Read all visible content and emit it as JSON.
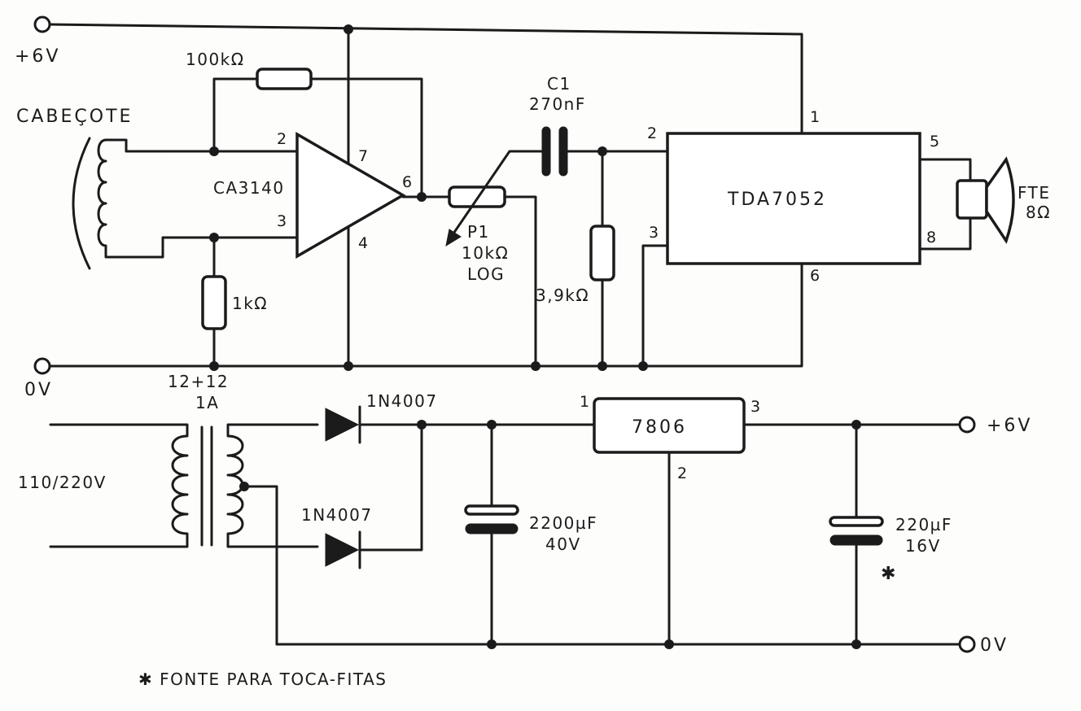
{
  "rails": {
    "top_supply": "+6V",
    "top_ground": "0V",
    "psu_output": "+6V",
    "psu_ground": "0V"
  },
  "input": {
    "head_label": "CABEÇOTE"
  },
  "opamp": {
    "name": "CA3140",
    "pin_inv": "2",
    "pin_noninv": "3",
    "pin_vplus": "7",
    "pin_vminus": "4",
    "pin_out": "6"
  },
  "resistors": {
    "feedback": "100kΩ",
    "bias": "1kΩ",
    "load": "3,9kΩ"
  },
  "pot": {
    "name": "P1",
    "value": "10kΩ",
    "taper": "LOG"
  },
  "cap_c1": {
    "name": "C1",
    "value": "270nF"
  },
  "amp": {
    "name": "TDA7052",
    "pin1": "1",
    "pin2": "2",
    "pin3": "3",
    "pin5": "5",
    "pin6": "6",
    "pin8": "8"
  },
  "speaker": {
    "name": "FTE",
    "impedance": "8Ω"
  },
  "transformer": {
    "rating": "12+12",
    "current": "1A",
    "mains": "110/220V"
  },
  "diodes": {
    "d1": "1N4007",
    "d2": "1N4007"
  },
  "cap_filter": {
    "value": "2200µF",
    "voltage": "40V"
  },
  "regulator": {
    "name": "7806",
    "pin_in": "1",
    "pin_gnd": "2",
    "pin_out": "3"
  },
  "cap_out": {
    "value": "220µF",
    "voltage": "16V",
    "marker": "✱"
  },
  "footnote": "✱ FONTE PARA TOCA-FITAS"
}
